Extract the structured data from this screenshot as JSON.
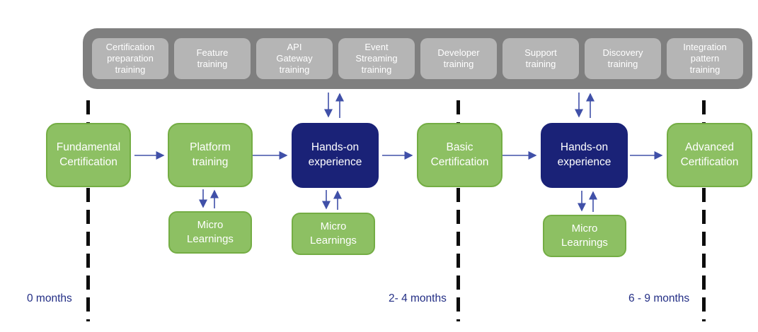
{
  "banner": {
    "items": [
      {
        "label": "Certification\npreparation\ntraining"
      },
      {
        "label": "Feature\ntraining"
      },
      {
        "label": "API\nGateway\ntraining"
      },
      {
        "label": "Event\nStreaming\ntraining"
      },
      {
        "label": "Developer\ntraining"
      },
      {
        "label": "Support\ntraining"
      },
      {
        "label": "Discovery\ntraining"
      },
      {
        "label": "Integration\npattern\ntraining"
      }
    ]
  },
  "flow": {
    "fundamental": {
      "label": "Fundamental\nCertification"
    },
    "platform": {
      "label": "Platform\ntraining"
    },
    "hands_on_1": {
      "label": "Hands-on\nexperience"
    },
    "basic": {
      "label": "Basic\nCertification"
    },
    "hands_on_2": {
      "label": "Hands-on\nexperience"
    },
    "advanced": {
      "label": "Advanced\nCertification"
    }
  },
  "micro_learnings": {
    "ml1": {
      "label": "Micro\nLearnings"
    },
    "ml2": {
      "label": "Micro\nLearnings"
    },
    "ml3": {
      "label": "Micro\nLearnings"
    }
  },
  "timeline": {
    "labels": [
      {
        "text": "0 months"
      },
      {
        "text": "2- 4 months"
      },
      {
        "text": "6 - 9 months"
      }
    ]
  },
  "colors": {
    "green_box": "#8dc063",
    "green_border": "#74ad44",
    "navy_box": "#1a2277",
    "arrow": "#4050a8",
    "banner_bg": "#7f7f7f",
    "banner_item_bg": "#b5b5b5",
    "timeline_label": "#232e85",
    "dash_line": "#0d0d0d",
    "box_text": "#ffffff"
  }
}
